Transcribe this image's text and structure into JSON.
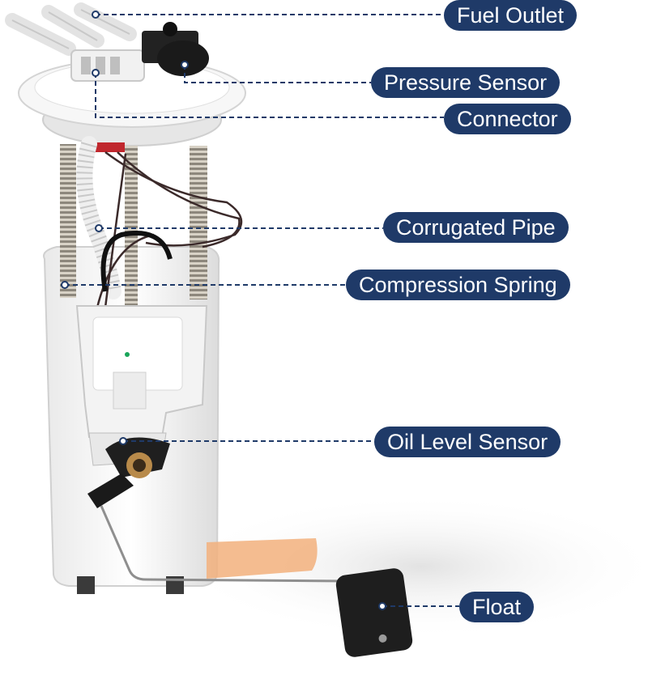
{
  "labels": {
    "fuel_outlet": "Fuel Outlet",
    "pressure_sensor": "Pressure Sensor",
    "connector": "Connector",
    "corrugated_pipe": "Corrugated Pipe",
    "compression_spring": "Compression Spring",
    "oil_level_sensor": "Oil Level Sensor",
    "float": "Float"
  },
  "colors": {
    "label_bg": "#1f3a68",
    "label_text": "#ffffff",
    "leader_line": "#1f3a68"
  }
}
